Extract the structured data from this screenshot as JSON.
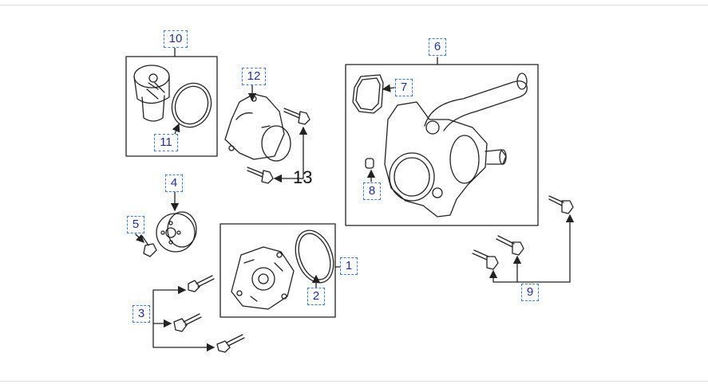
{
  "callouts": {
    "c1": "1",
    "c2": "2",
    "c3": "3",
    "c4": "4",
    "c5": "5",
    "c6": "6",
    "c7": "7",
    "c8": "8",
    "c9": "9",
    "c10": "10",
    "c11": "11",
    "c12": "12",
    "c13": "13"
  },
  "colors": {
    "callout_border": "#3a7bd5",
    "callout_text": "#1c2fa8",
    "line": "#222222"
  }
}
